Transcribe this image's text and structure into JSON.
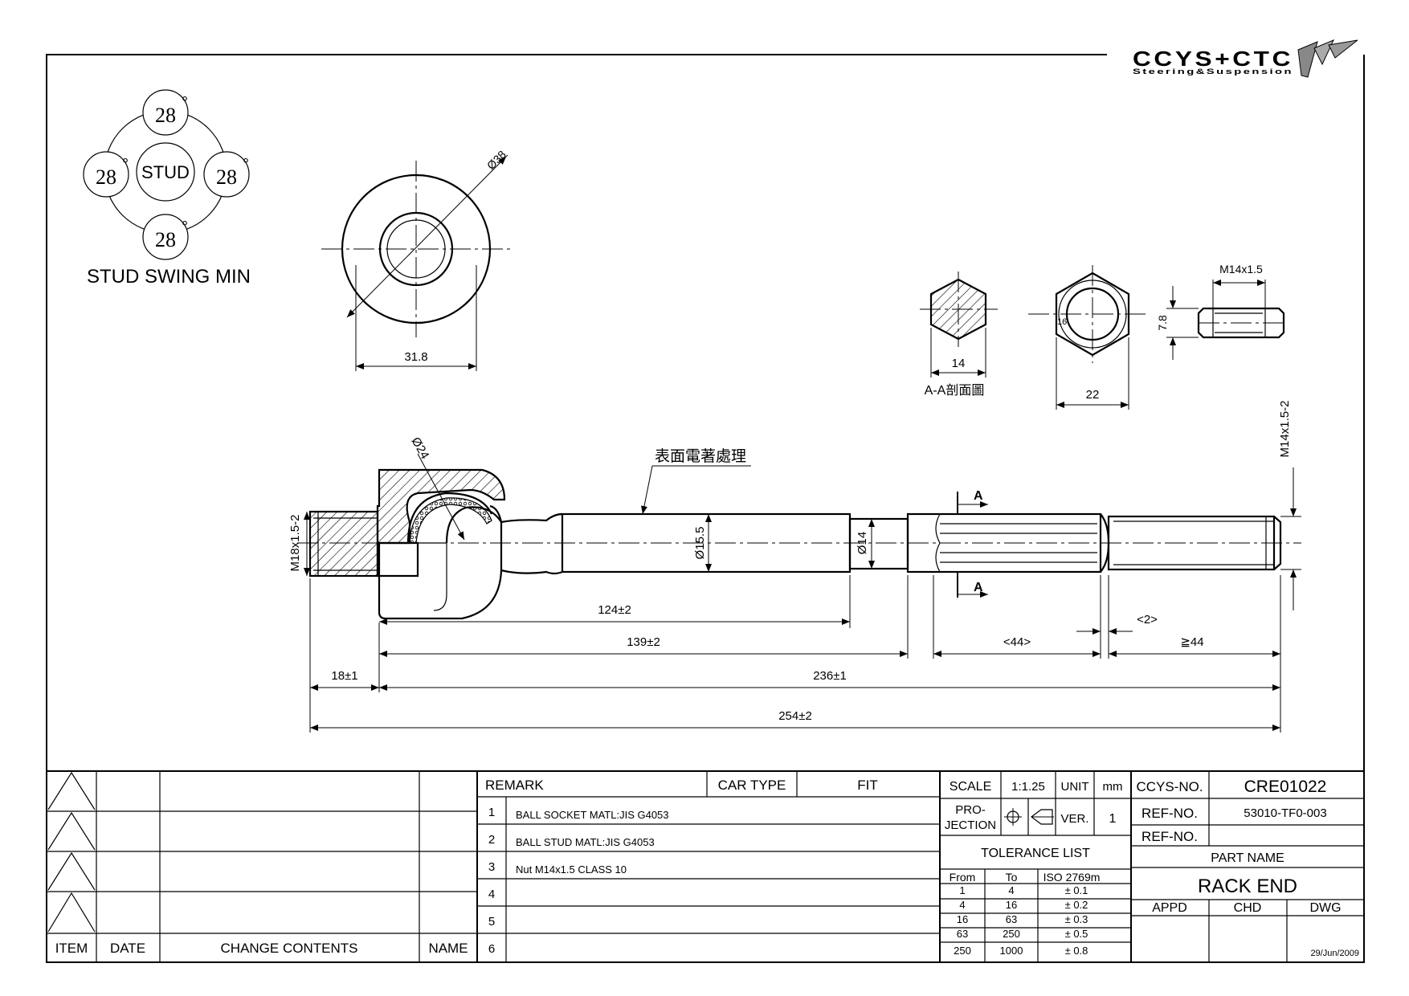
{
  "logo": {
    "brand": "CCYS+CTC",
    "tagline": "Steering&Suspension"
  },
  "swing": {
    "top": "28",
    "left": "28",
    "right": "28",
    "bottom": "28",
    "degree": "°",
    "center": "STUD",
    "caption": "STUD SWING MIN"
  },
  "views": {
    "circle_dia": "Ø38",
    "circle_width": "31.8",
    "hex_section_width": "14",
    "section_caption": "A-A剖面圖",
    "nut_width": "22",
    "nut_inner": "16",
    "nut_thread": "M14x1.5",
    "nut_height": "7.8"
  },
  "main": {
    "coating_note": "表面電著處理",
    "ball_dia": "Ø24",
    "left_thread": "M18x1.5-2",
    "right_thread": "M14x1.5-2",
    "shaft_dia": "Ø15.5",
    "neck_dia": "Ø14",
    "section_mark": "A",
    "dims": {
      "d124": "124±2",
      "d139": "139±2",
      "d44": "<44>",
      "d2": "<2>",
      "dge44": "≧44",
      "d18": "18±1",
      "d236": "236±1",
      "d254": "254±2"
    }
  },
  "revision": {
    "headers": [
      "ITEM",
      "DATE",
      "CHANGE CONTENTS",
      "NAME"
    ]
  },
  "remarks": {
    "header": "REMARK",
    "car_type": "CAR TYPE",
    "fit": "FIT",
    "rows": [
      {
        "n": "1",
        "text": "BALL SOCKET MATL:JIS G4053"
      },
      {
        "n": "2",
        "text": "BALL STUD MATL:JIS G4053"
      },
      {
        "n": "3",
        "text": "Nut M14x1.5 CLASS 10"
      },
      {
        "n": "4",
        "text": ""
      },
      {
        "n": "5",
        "text": ""
      },
      {
        "n": "6",
        "text": ""
      }
    ]
  },
  "scale": {
    "label": "SCALE",
    "value": "1:1.25",
    "unit_label": "UNIT",
    "unit": "mm",
    "projection_1": "PRO-",
    "projection_2": "JECTION",
    "ver_label": "VER.",
    "ver": "1"
  },
  "tolerance": {
    "title": "TOLERANCE LIST",
    "headers": [
      "From",
      "To",
      "ISO 2769m"
    ],
    "rows": [
      [
        "1",
        "4",
        "± 0.1"
      ],
      [
        "4",
        "16",
        "± 0.2"
      ],
      [
        "16",
        "63",
        "± 0.3"
      ],
      [
        "63",
        "250",
        "± 0.5"
      ],
      [
        "250",
        "1000",
        "± 0.8"
      ]
    ]
  },
  "title_block": {
    "ccys_label": "CCYS-NO.",
    "ccys_no": "CRE01022",
    "ref_label": "REF-NO.",
    "ref_no": "53010-TF0-003",
    "ref2_label": "REF-NO.",
    "ref2_no": "",
    "part_name_label": "PART NAME",
    "part_name": "RACK END",
    "appd": "APPD",
    "chd": "CHD",
    "dwg": "DWG",
    "date": "29/Jun/2009"
  }
}
